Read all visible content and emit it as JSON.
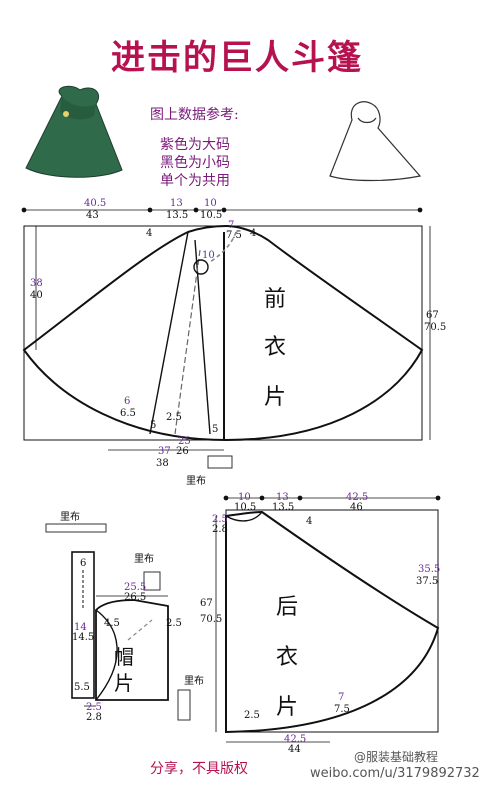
{
  "title": "进击的巨人斗篷",
  "legend": {
    "heading": "图上数据参考:",
    "line1": "紫色为大码",
    "line2": "黑色为小码",
    "line3": "单个为共用"
  },
  "front": {
    "label_chars": [
      "前",
      "衣",
      "片"
    ],
    "top_dims": {
      "w1_large": "40.5",
      "w1_small": "43",
      "w2_large": "13",
      "w2_small": "13.5",
      "w3_large": "10",
      "w3_small": "10.5",
      "neck_large": "7",
      "neck_small": "7.5"
    },
    "side_large": "38",
    "side_small": "40",
    "length": "67",
    "length_small": "70.5",
    "hem_large": "6",
    "hem_small": "6.5",
    "mark_4a": "4",
    "mark_4b": "4",
    "mark_10": "10",
    "mark_5a": "5",
    "mark_25": "2.5",
    "mark_5b": "5",
    "bot_large": "37",
    "bot_small": "38",
    "bot2_large": "25",
    "bot2_small": "26",
    "lining": "里布"
  },
  "back": {
    "label_chars": [
      "后",
      "衣",
      "片"
    ],
    "top_dims": {
      "a_large": "10",
      "a_small": "10.5",
      "b_large": "13",
      "b_small": "13.5",
      "c_large": "42.5",
      "c_small": "46"
    },
    "neck_large": "2.5",
    "neck_small": "2.8",
    "mark_4": "4",
    "side_large": "35.5",
    "side_small": "37.5",
    "length": "67",
    "length_small": "70.5",
    "hem_large": "7",
    "hem_small": "7.5",
    "mark_25": "2.5",
    "bot_large": "42.5",
    "bot_small": "44",
    "lining": "里布"
  },
  "hood": {
    "label_chars": [
      "帽",
      "片"
    ],
    "lining": "里布",
    "strip_top": "6",
    "strip_mid_large": "14",
    "strip_mid_small": "14.5",
    "strip_bot": "5.5",
    "top_large": "25.5",
    "top_small": "26.5",
    "mark_45": "4.5",
    "mark_25": "2.5",
    "bot_large": "2.5",
    "bot_small": "2.8",
    "lining2": "里布"
  },
  "footer": "分享，不具版权",
  "watermark": "weibo.com/u/3179892732",
  "watermark2": "@服装基础教程",
  "colors": {
    "title": "#b5124f",
    "large": "#6a2a9a",
    "small": "#111111",
    "line": "#111111"
  }
}
